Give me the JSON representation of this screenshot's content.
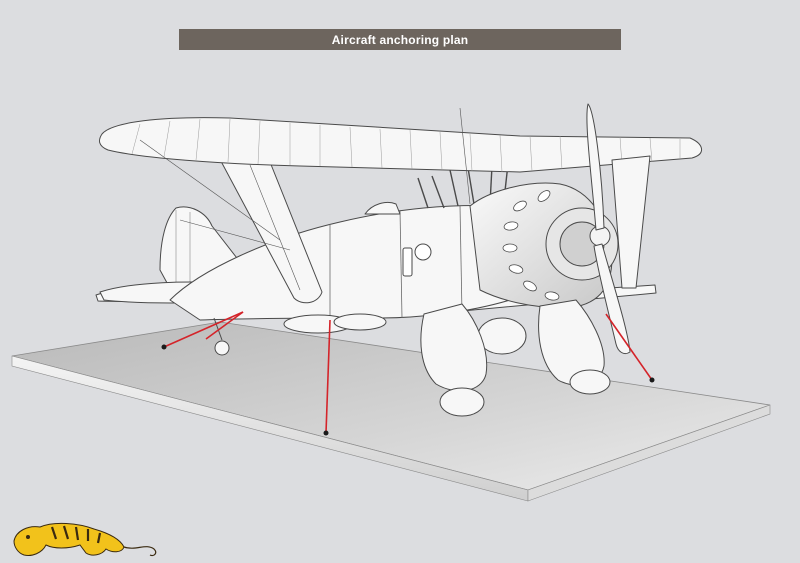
{
  "header": {
    "title": "Aircraft anchoring plan"
  },
  "colors": {
    "background": "#dcdde0",
    "title_bar": "#6d655e",
    "title_text": "#ffffff",
    "anchor_wire": "#d4242a",
    "line_art": "#4a4a4a"
  },
  "illustration": {
    "subject": "biplane-model-line-drawing",
    "anchor_wire_count": 4
  },
  "logo": {
    "icon": "tiger-logo-icon"
  }
}
